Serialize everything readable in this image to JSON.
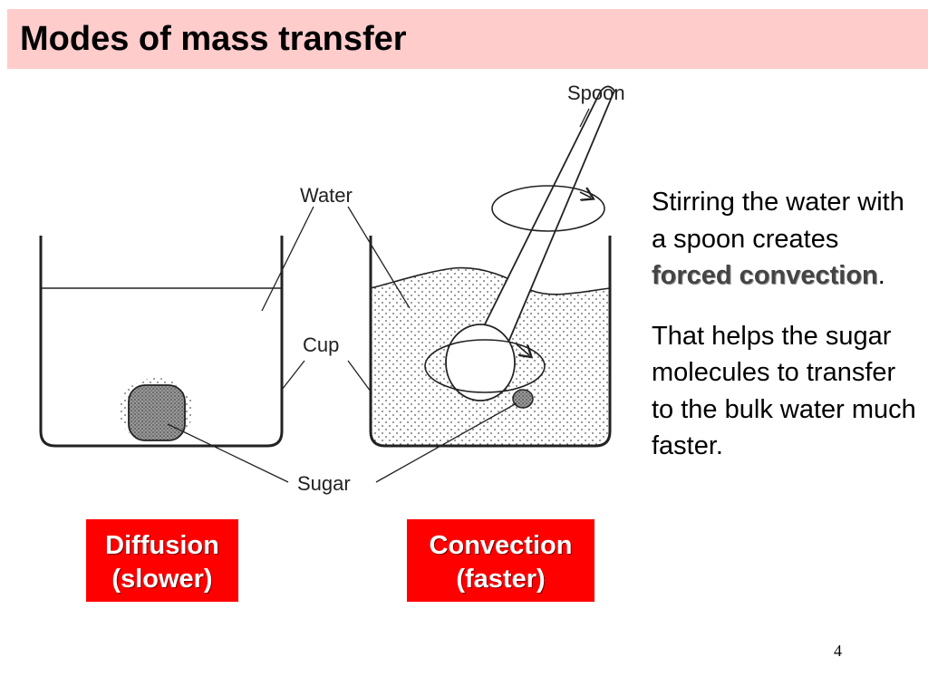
{
  "slide": {
    "title": "Modes of mass transfer",
    "page_number": "4"
  },
  "diagram": {
    "labels": {
      "spoon": "Spoon",
      "water": "Water",
      "cup": "Cup",
      "sugar": "Sugar"
    }
  },
  "captions": {
    "diffusion": {
      "line1": "Diffusion",
      "line2": "(slower)"
    },
    "convection": {
      "line1": "Convection",
      "line2": "(faster)"
    }
  },
  "side_text": {
    "p1_before": "Stirring the water with a spoon creates ",
    "p1_emphasis": "forced convection",
    "p1_after": ".",
    "p2": "That helps the sugar molecules to transfer to the bulk water much faster."
  },
  "colors": {
    "title_background": "#ffcccc",
    "caption_background": "#ff0000",
    "caption_text": "#ffffff"
  }
}
